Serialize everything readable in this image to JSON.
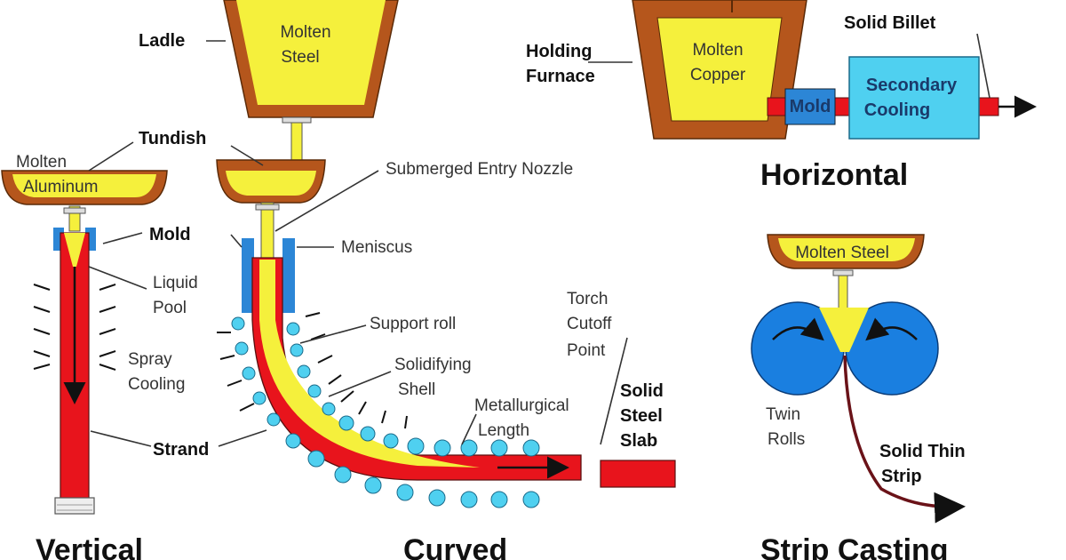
{
  "vertical": {
    "title": "Vertical",
    "molten_label_1": "Molten",
    "molten_label_2": "Aluminum",
    "mold": "Mold",
    "liquid_pool_1": "Liquid",
    "liquid_pool_2": "Pool",
    "spray_1": "Spray",
    "spray_2": "Cooling",
    "strand": "Strand"
  },
  "curved": {
    "title": "Curved",
    "ladle": "Ladle",
    "ladle_contents_1": "Molten",
    "ladle_contents_2": "Steel",
    "tundish": "Tundish",
    "nozzle": "Submerged Entry Nozzle",
    "meniscus": "Meniscus",
    "support_roll": "Support roll",
    "shell_1": "Solidifying",
    "shell_2": "Shell",
    "met_1": "Metallurgical",
    "met_2": "Length",
    "torch_1": "Torch",
    "torch_2": "Cutoff",
    "torch_3": "Point",
    "slab_1": "Solid",
    "slab_2": "Steel",
    "slab_3": "Slab"
  },
  "horizontal": {
    "title": "Horizontal",
    "furnace_1": "Holding",
    "furnace_2": "Furnace",
    "contents_1": "Molten",
    "contents_2": "Copper",
    "mold": "Mold",
    "secondary_1": "Secondary",
    "secondary_2": "Cooling",
    "billet": "Solid Billet"
  },
  "strip": {
    "title": "Strip Casting",
    "molten": "Molten Steel",
    "rolls_1": "Twin",
    "rolls_2": "Rolls",
    "strip_1": "Solid Thin",
    "strip_2": "Strip"
  },
  "colors": {
    "molten": "#f5f03c",
    "vessel": "#b5561c",
    "strand": "#e8141c",
    "cooling": "#4fd0f0",
    "roll": "#1a7fe0",
    "mold": "#2c86d6"
  }
}
